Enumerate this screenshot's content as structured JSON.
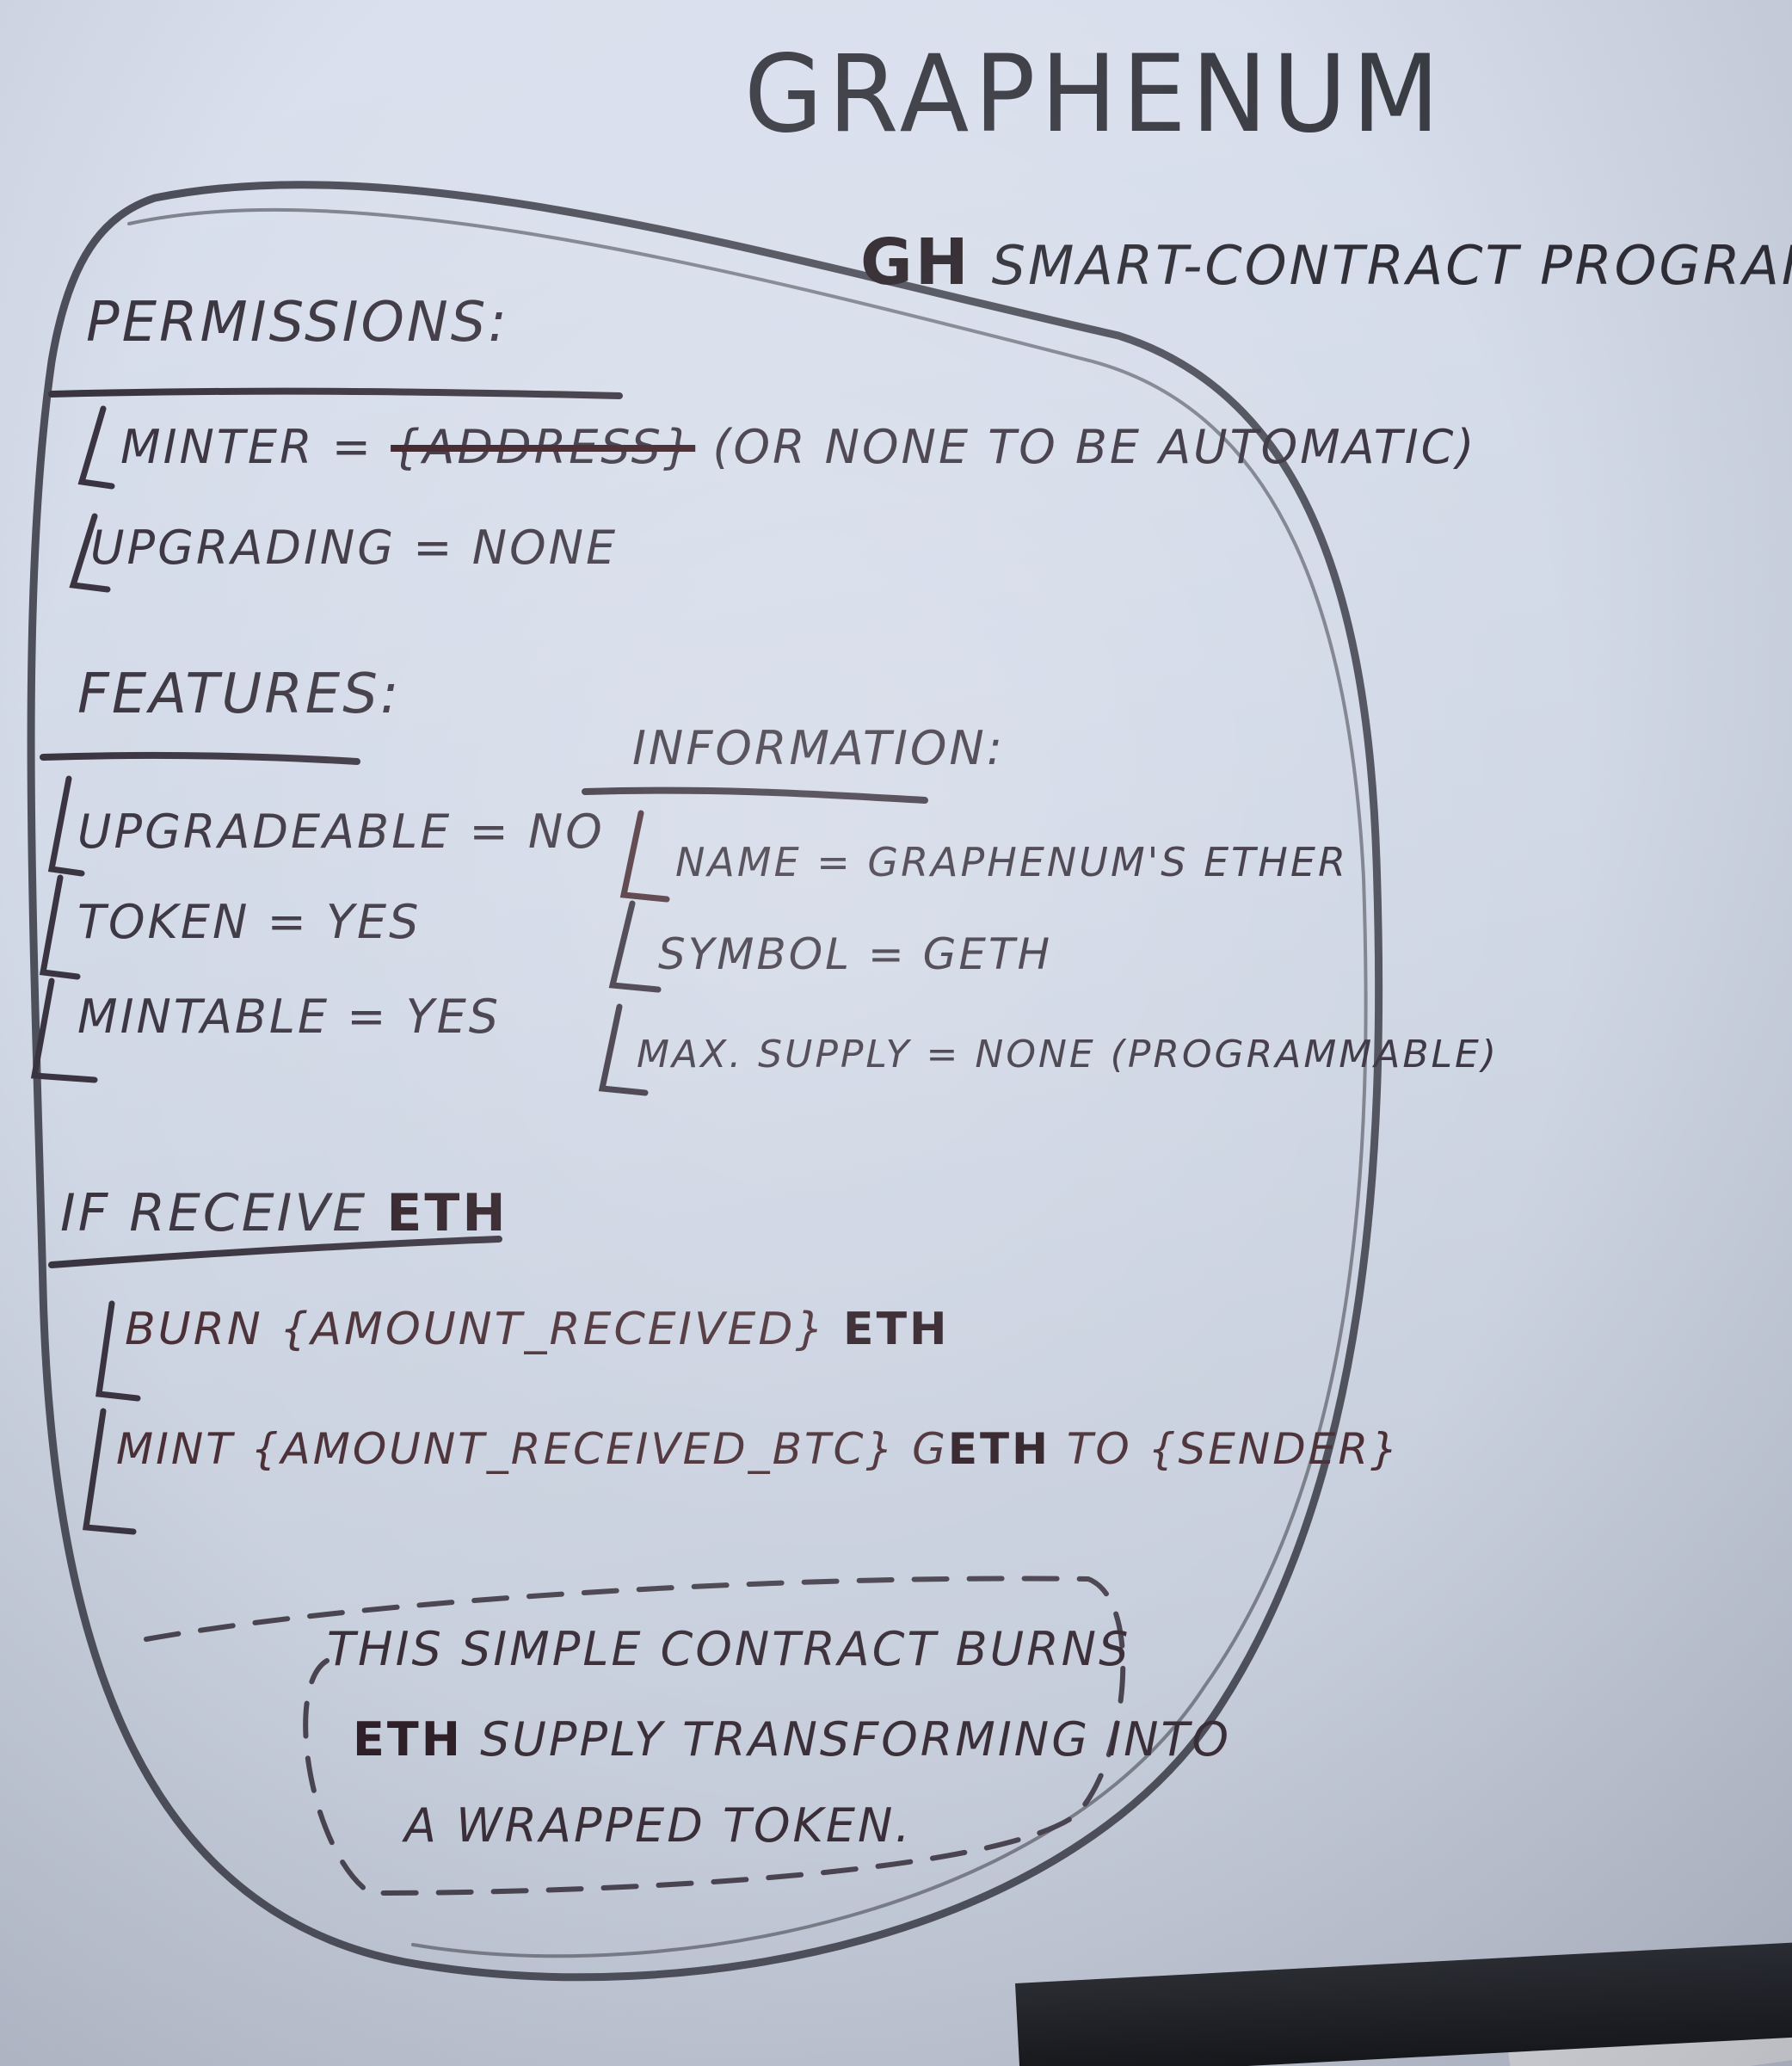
{
  "title": "GRAPHENUM",
  "subtitle": {
    "tag": "GH",
    "text": "SMART-CONTRACT PROGRAMMING"
  },
  "permissions": {
    "heading": "PERMISSIONS:",
    "minter_label": "MINTER =",
    "minter_struck": "{ADDRESS}",
    "minter_note": "(OR NONE TO BE AUTOMATIC)",
    "upgrading": "UPGRADING = NONE"
  },
  "features": {
    "heading": "FEATURES:",
    "items": [
      "UPGRADEABLE = NO",
      "TOKEN = YES",
      "MINTABLE = YES"
    ]
  },
  "information": {
    "heading": "INFORMATION:",
    "items": [
      "NAME = GRAPHENUM'S ETHER",
      "SYMBOL = GETH",
      "MAX. SUPPLY = NONE (PROGRAMMABLE)"
    ]
  },
  "logic": {
    "heading_prefix": "IF RECEIVE",
    "heading_token": "ETH",
    "burn_prefix": "BURN {AMOUNT_RECEIVED}",
    "burn_token": "ETH",
    "mint_prefix": "MINT {AMOUNT_RECEIVED_BTC} G",
    "mint_token": "ETH",
    "mint_suffix": "TO {SENDER}"
  },
  "note": {
    "line1": "THIS SIMPLE CONTRACT BURNS",
    "line2_token": "ETH",
    "line2_rest": "SUPPLY TRANSFORMING INTO",
    "line3": "A WRAPPED TOKEN."
  }
}
